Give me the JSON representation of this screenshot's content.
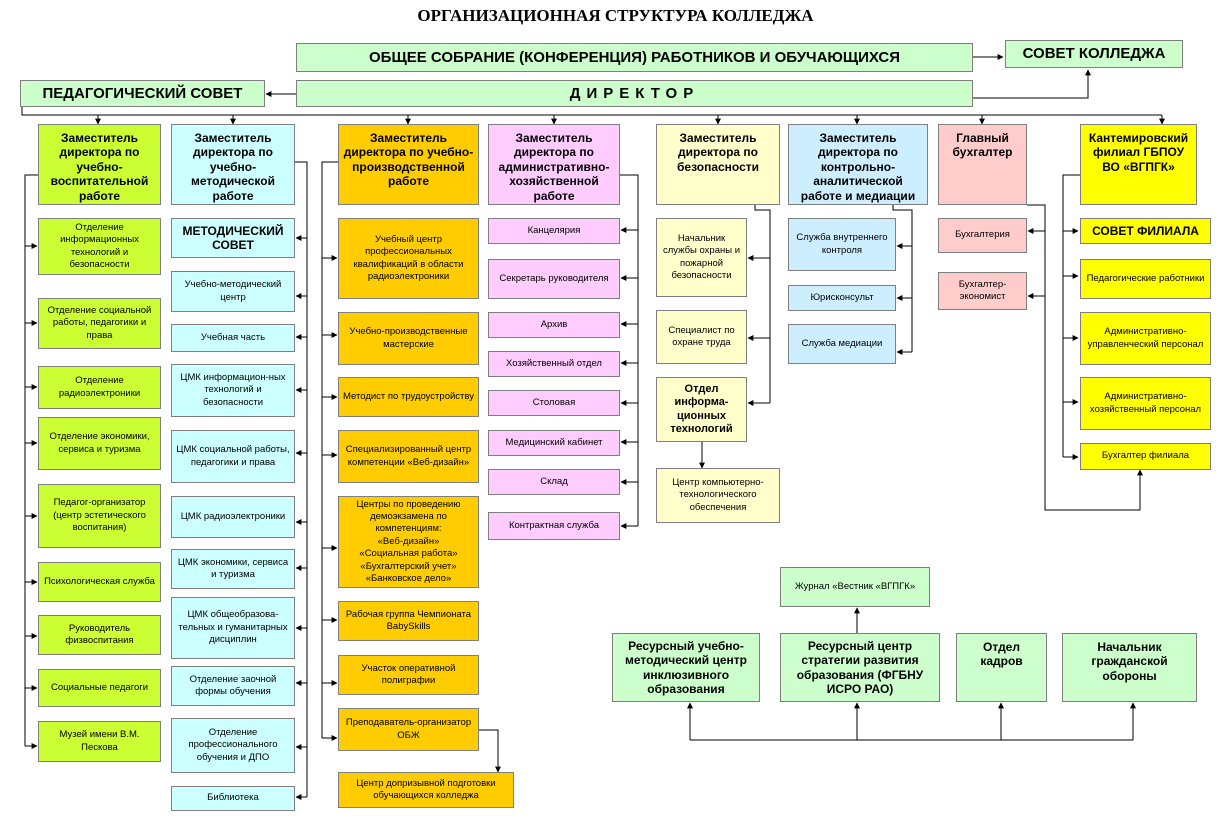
{
  "title": "ОРГАНИЗАЦИОННАЯ СТРУКТУРА КОЛЛЕДЖА",
  "boxes": {
    "general_meeting": "ОБЩЕЕ СОБРАНИЕ (КОНФЕРЕНЦИЯ) РАБОТНИКОВ И ОБУЧАЮЩИХСЯ",
    "college_council": "СОВЕТ КОЛЛЕДЖА",
    "pedagogical_council": "ПЕДАГОГИЧЕСКИЙ СОВЕТ",
    "director": "ДИРЕКТОР",
    "dep_educational": "Заместитель директора по учебно-воспитательной работе",
    "dep_methodical": "Заместитель директора по учебно-методической работе",
    "dep_production": "Заместитель директора по учебно-производственной работе",
    "dep_admin": "Заместитель директора по административно-хозяйственной работе",
    "dep_security": "Заместитель директора по безопасности",
    "dep_control": "Заместитель директора по контрольно-аналитической работе и медиации",
    "chief_accountant": "Главный бухгалтер",
    "branch": "Кантемировский филиал ГБПОУ ВО «ВГПГК»",
    "col1": [
      "Отделение информационных технологий и безопасности",
      "Отделение социальной работы, педагогики и права",
      "Отделение радиоэлектроники",
      "Отделение экономики, сервиса и туризма",
      "Педагог-организатор (центр эстетического воспитания)",
      "Психологическая служба",
      "Руководитель физвоспитания",
      "Социальные педагоги",
      "Музей имени В.М. Пескова"
    ],
    "methodical_council": "МЕТОДИЧЕСКИЙ СОВЕТ",
    "col2": [
      "Учебно-методический центр",
      "Учебная часть",
      "ЦМК информацион-ных технологий и безопасности",
      "ЦМК социальной работы, педагогики и права",
      "ЦМК радиоэлектроники",
      "ЦМК экономики, сервиса и туризма",
      "ЦМК общеобразова-тельных и гуманитарных дисциплин",
      "Отделение заочной формы обучения",
      "Отделение профессионального обучения и ДПО",
      "Библиотека"
    ],
    "col3": [
      "Учебный центр профессиональных квалификаций в области радиоэлектроники",
      "Учебно-производственные мастерские",
      "Методист по трудоустройству",
      "Специализированный центр компетенции «Веб-дизайн»",
      "Центры по проведению демоэкзамена по компетенциям:\n«Веб-дизайн»\n«Социальная работа»\n«Бухгалтерский учет»\n«Банковское дело»",
      "Рабочая группа Чемпионата BabySkills",
      "Участок оперативной полиграфии",
      "Преподаватель-организатор ОБЖ",
      "Центр допризывной подготовки обучающихся колледжа"
    ],
    "col4": [
      "Канцелярия",
      "Секретарь руководителя",
      "Архив",
      "Хозяйственный отдел",
      "Столовая",
      "Медицинский кабинет",
      "Склад",
      "Контрактная служба"
    ],
    "col5": [
      "Начальник службы охраны и пожарной безопасности",
      "Специалист по охране труда",
      "Отдел информа-ционных технологий",
      "Центр компьютерно-технологического обеспечения"
    ],
    "col6": [
      "Служба внутреннего контроля",
      "Юрисконсульт",
      "Служба медиации"
    ],
    "col7": [
      "Бухгалтерия",
      "Бухгалтер-экономист"
    ],
    "branch_council": "СОВЕТ ФИЛИАЛА",
    "col8": [
      "Педагогические работники",
      "Административно-управленческий персонал",
      "Административно-хозяйственный персонал",
      "Бухгалтер филиала"
    ],
    "journal": "Журнал «Вестник «ВГПГК»",
    "bottom": [
      "Ресурсный учебно-методический центр инклюзивного образования",
      "Ресурсный центр стратегии развития образования (ФГБНУ ИСРО РАО)",
      "Отдел кадров",
      "Начальник гражданской обороны"
    ]
  },
  "colors": {
    "lime": "#ccff33",
    "cyan": "#ccffff",
    "orange": "#ffcc00",
    "pink": "#ffccff",
    "cream": "#ffffcc",
    "blue": "#cceeff",
    "salmon": "#ffcccc",
    "yellow": "#ffff00",
    "light_green": "#ccffcc",
    "line": "#000000"
  }
}
